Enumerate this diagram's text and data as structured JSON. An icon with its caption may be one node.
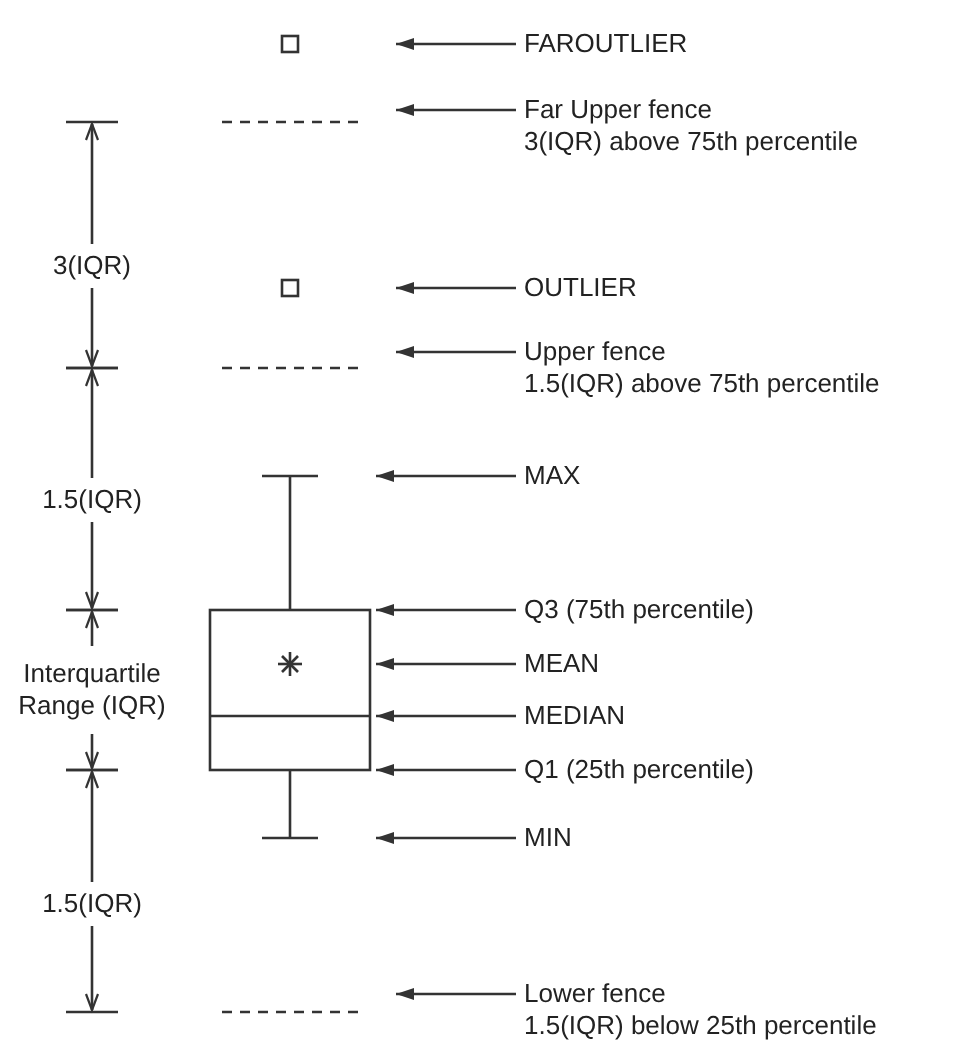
{
  "diagram": {
    "nodes": [
      {
        "text": [
          "FAROUTLIER"
        ]
      },
      {
        "text": [
          "Far Upper fence",
          "3(IQR) above 75th percentile"
        ]
      },
      {
        "text": [
          "OUTLIER"
        ]
      },
      {
        "text": [
          "Upper fence",
          "1.5(IQR) above 75th percentile"
        ]
      },
      {
        "text": [
          "MAX"
        ]
      },
      {
        "text": [
          "Q3 (75th percentile)"
        ]
      },
      {
        "text": [
          "MEAN"
        ]
      },
      {
        "text": [
          "MEDIAN"
        ]
      },
      {
        "text": [
          "Q1 (25th percentile)"
        ]
      },
      {
        "text": [
          "MIN"
        ]
      },
      {
        "text": [
          "Lower fence",
          "1.5(IQR) below 25th percentile"
        ]
      },
      {
        "text": [],
        "shape": "box"
      }
    ],
    "edges": [
      {
        "from": 0,
        "to": null,
        "arrow": "to"
      },
      {
        "from": 1,
        "to": null,
        "arrow": "to"
      },
      {
        "from": 2,
        "to": null,
        "arrow": "to"
      },
      {
        "from": 3,
        "to": null,
        "arrow": "to"
      },
      {
        "from": 4,
        "to": 11,
        "arrow": "to"
      },
      {
        "from": 5,
        "to": 11,
        "arrow": "to"
      },
      {
        "from": 6,
        "to": 11,
        "arrow": "to"
      },
      {
        "from": 7,
        "to": 11,
        "arrow": "to"
      },
      {
        "from": 8,
        "to": 11,
        "arrow": "to"
      },
      {
        "from": 9,
        "to": 11,
        "arrow": "to"
      },
      {
        "from": 10,
        "to": null,
        "arrow": "to"
      }
    ],
    "labels": [
      "3(IQR)",
      "1.5(IQR)",
      "Interquartile Range (IQR)",
      "1.5(IQR)"
    ]
  }
}
